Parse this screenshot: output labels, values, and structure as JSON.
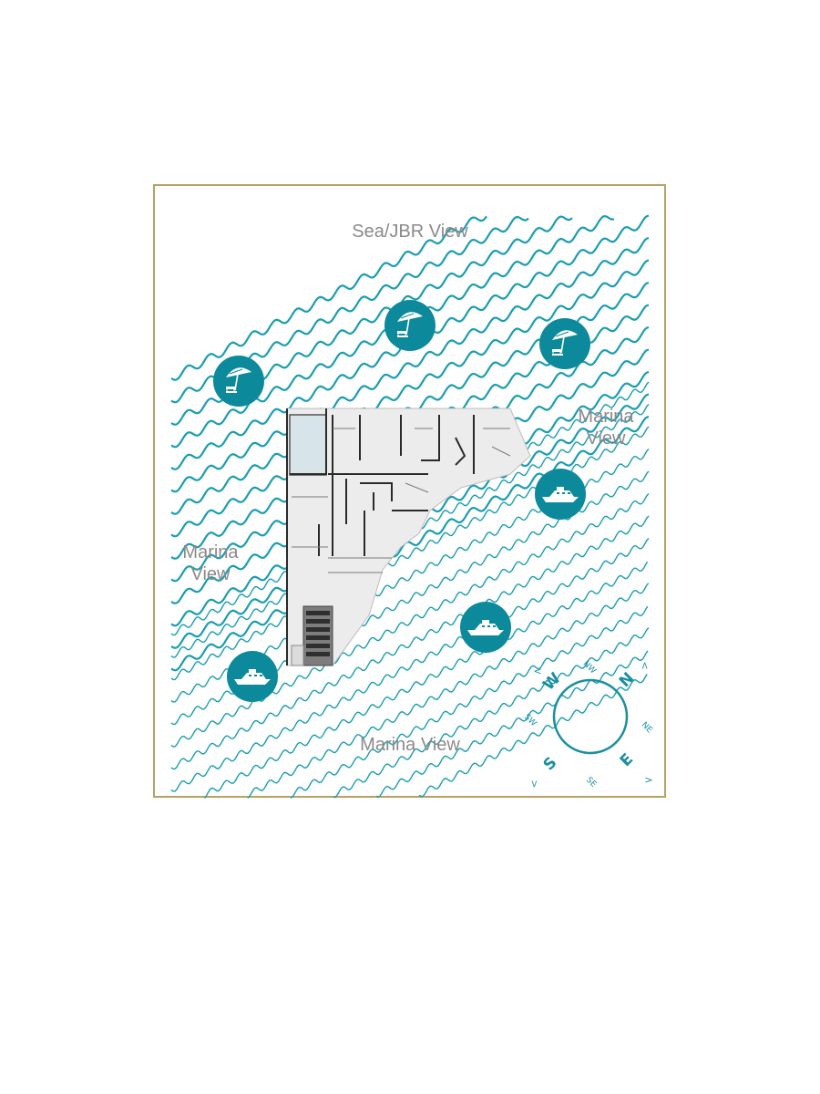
{
  "labels": {
    "top": "Sea/JBR View",
    "right_line1": "Marina",
    "right_line2": "View",
    "left_line1": "Marina",
    "left_line2": "View",
    "bottom": "Marina View"
  },
  "compass": {
    "N": "N",
    "NE": "NE",
    "E": "E",
    "SE": "SE",
    "S": "S",
    "SW": "SW",
    "W": "W",
    "NW": "NW",
    "arrow": ">"
  },
  "icons": {
    "beach": "beach-umbrella-icon",
    "yacht": "yacht-icon"
  },
  "colors": {
    "water": "#1a9db3",
    "icon_fill": "#0c8a9c",
    "frame": "#b9a064",
    "pool": "#d7e4ea",
    "plan_fill": "#ececec",
    "plan_wall": "#2a2a2a"
  }
}
